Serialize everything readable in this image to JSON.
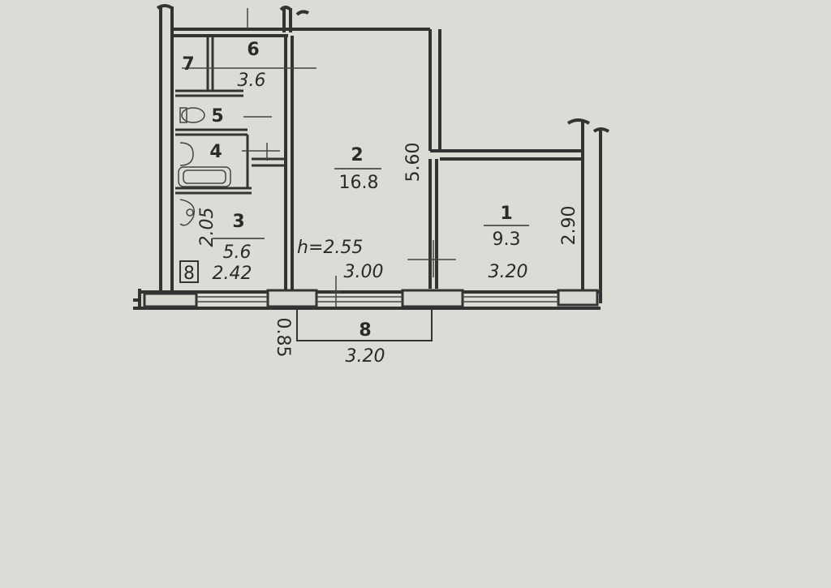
{
  "plan": {
    "rooms": [
      {
        "number": "1",
        "area": "9.3"
      },
      {
        "number": "2",
        "area": "16.8"
      },
      {
        "number": "3",
        "area": "5.6"
      },
      {
        "number": "4"
      },
      {
        "number": "5"
      },
      {
        "number": "6",
        "area": "3.6"
      },
      {
        "number": "7"
      },
      {
        "number": "8"
      }
    ],
    "ceiling_height": "h=2.55",
    "dimensions": {
      "room2_length": "5.60",
      "room2_width": "3.00",
      "room1_width_left": "3.20",
      "room1_height": "2.90",
      "room3_height": "2.05",
      "room3_width": "2.42",
      "balcony_depth": "0.85",
      "balcony_width": "3.20"
    },
    "fixture_label": "8"
  },
  "colors": {
    "background": "#dcdcd6",
    "wall": "#333333",
    "line": "#3a3a3a"
  }
}
